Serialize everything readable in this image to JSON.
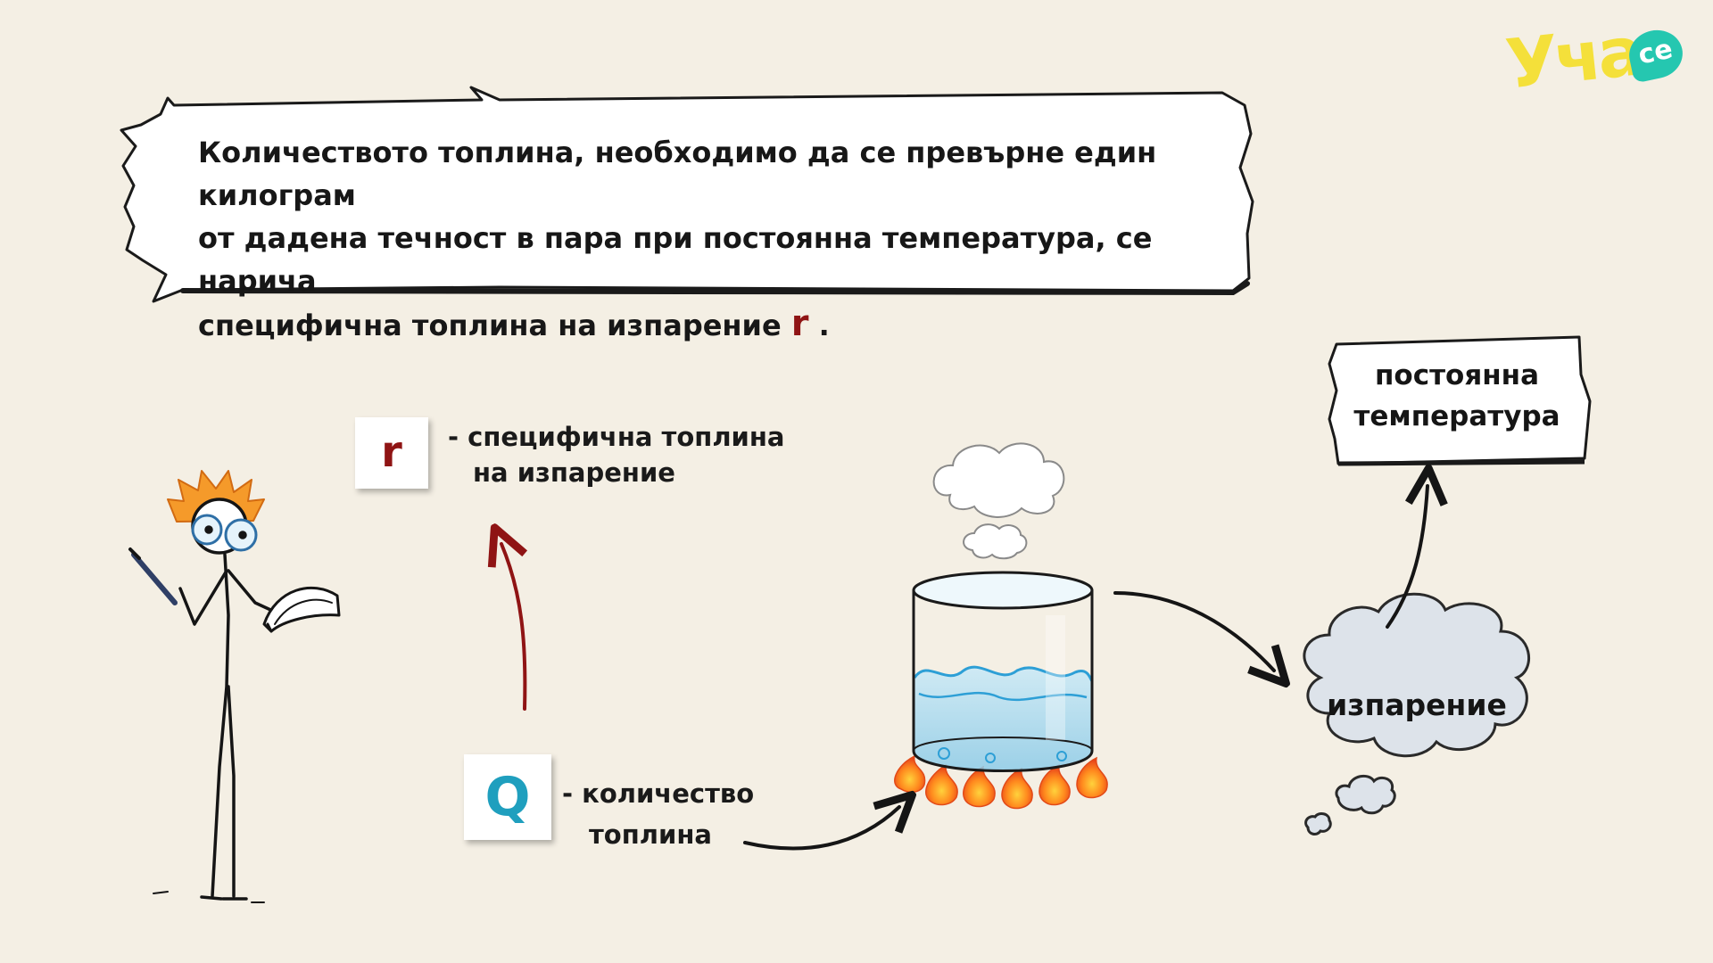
{
  "logo": {
    "text": "Уча",
    "badge": "се"
  },
  "definition": {
    "line1": "Количеството топлина, необходимо да се превърне един килограм",
    "line2": "от дадена течност в пара при постоянна температура, се нарича",
    "line3": "специфична топлина на изпарение",
    "symbol": "r",
    "end": "."
  },
  "legend": {
    "r": {
      "symbol": "r",
      "line1": "- специфична топлина",
      "line2": "на изпарение"
    },
    "q": {
      "symbol": "Q",
      "line1": "- количество",
      "line2": "топлина"
    }
  },
  "labels": {
    "constant_line1": "постоянна",
    "constant_line2": "температура",
    "evaporation": "изпарение"
  },
  "colors": {
    "background": "#f4efe4",
    "symbol_r": "#8f1414",
    "symbol_q": "#1f9fbe",
    "water": "#7fc6e6",
    "flame": "#f36a1c",
    "logo": "#f4e03a",
    "logo_badge": "#25c7b0"
  }
}
